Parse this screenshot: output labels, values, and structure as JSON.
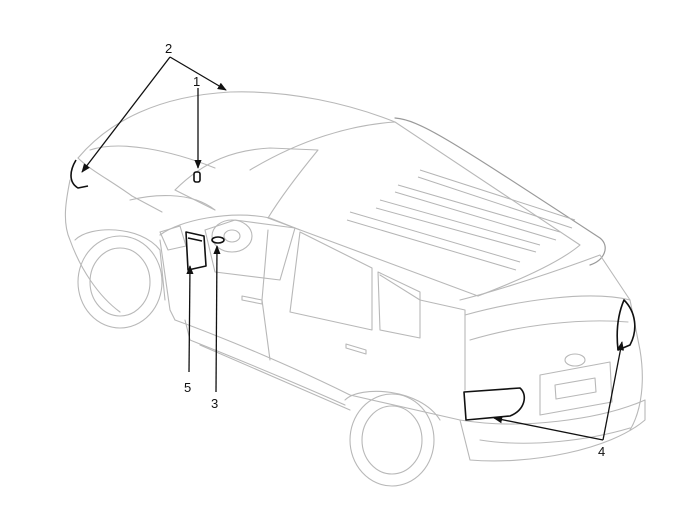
{
  "callouts": [
    {
      "id": "1",
      "label": "1"
    },
    {
      "id": "2",
      "label": "2"
    },
    {
      "id": "3",
      "label": "3"
    },
    {
      "id": "4",
      "label": "4"
    },
    {
      "id": "5",
      "label": "5"
    }
  ],
  "colors": {
    "vehicle_outline": "#b8b8b8",
    "highlighted_part": "#111111",
    "leader_line": "#111111"
  }
}
